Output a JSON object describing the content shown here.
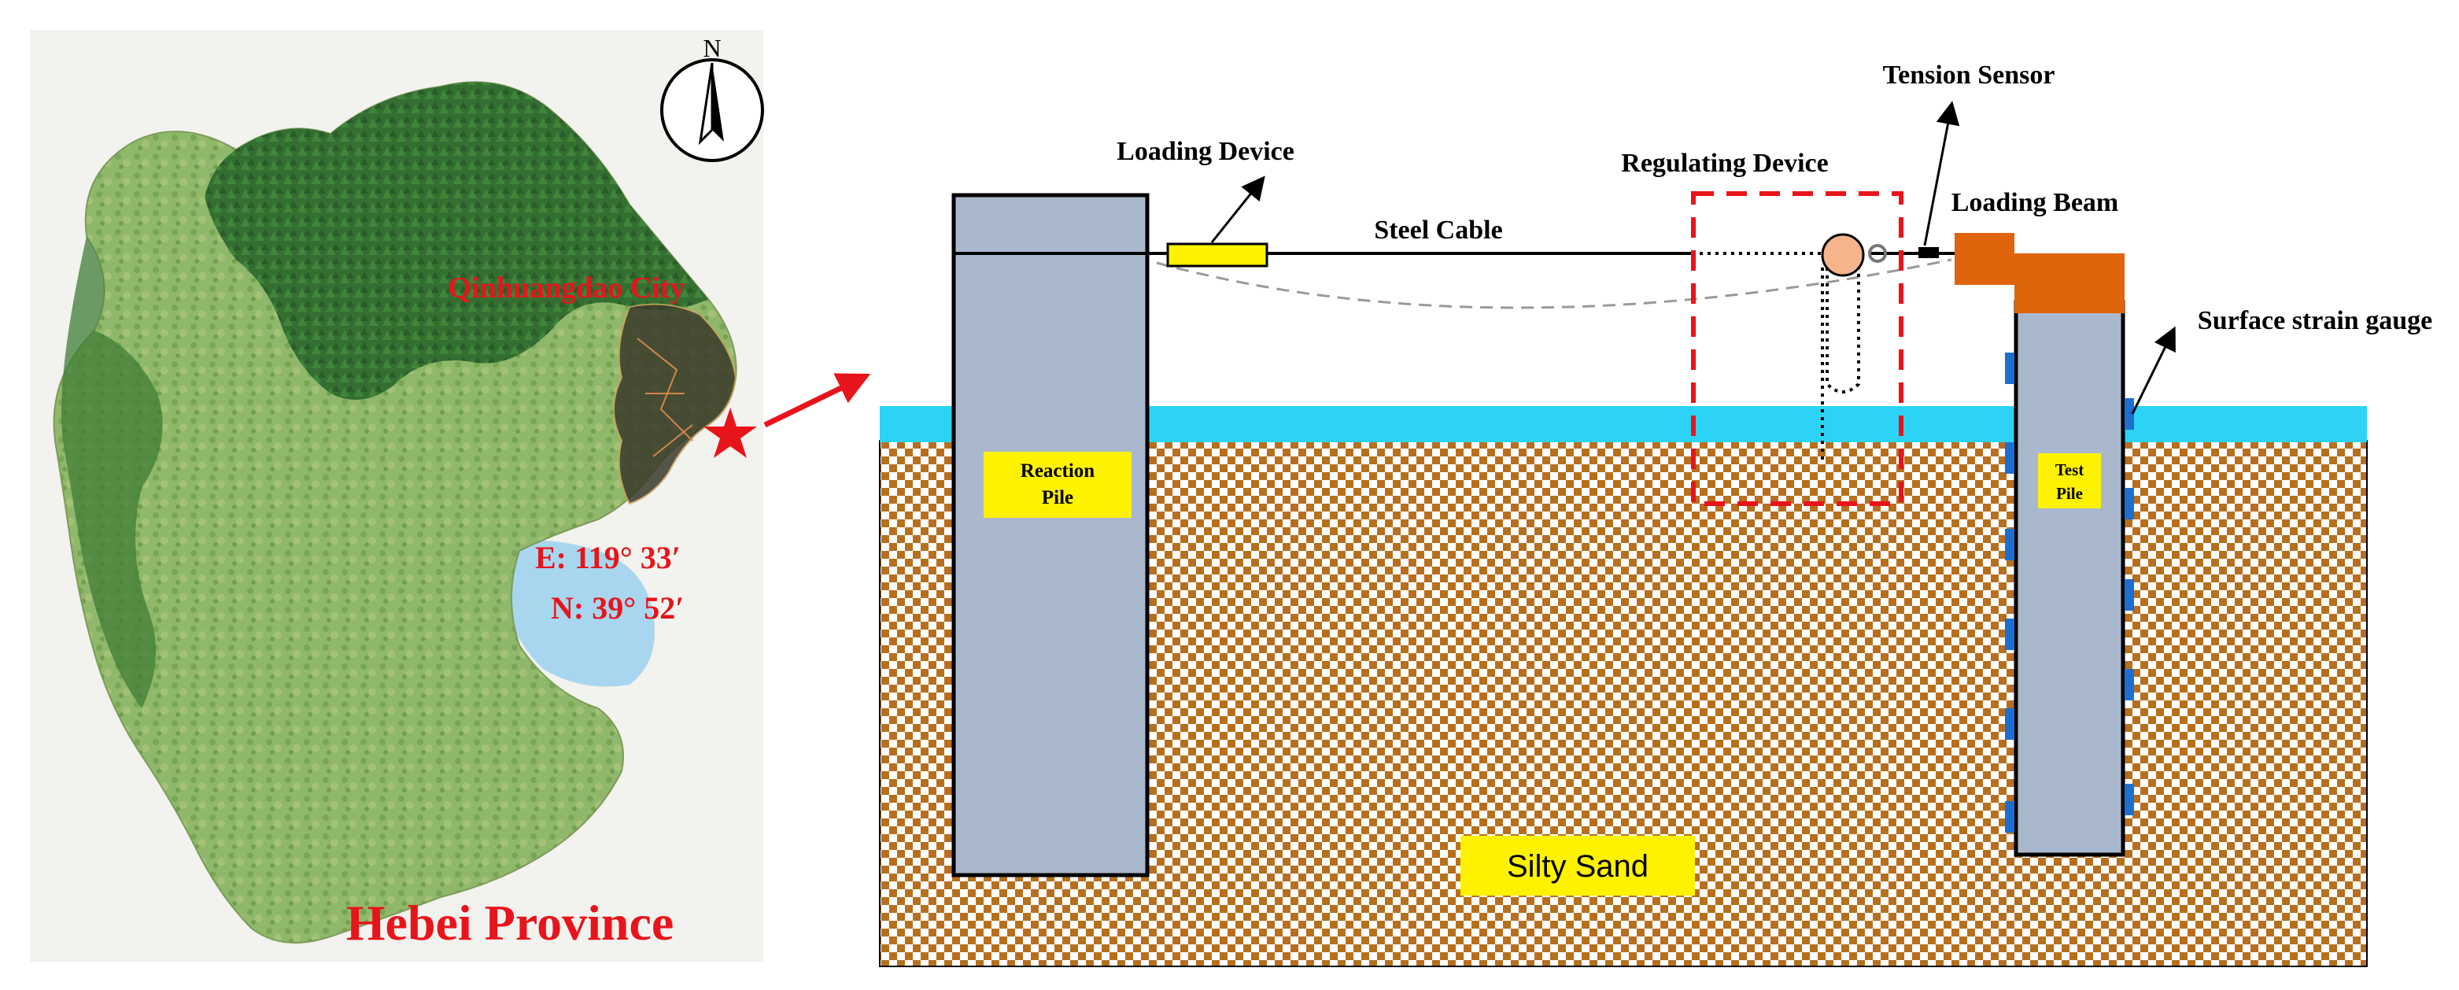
{
  "map": {
    "city_label": "Qinhuangdao  City",
    "coord_e": "E: 119°  33′",
    "coord_n": "N: 39°  52′",
    "province_label": "Hebei Province",
    "north_letter": "N",
    "colors": {
      "label": "#e8141b",
      "sea": "#a8d6ef",
      "land_light": "#a9c47a",
      "land_dark": "#2f6b2f"
    }
  },
  "diagram": {
    "loading_device": "Loading Device",
    "steel_cable": "Steel Cable",
    "regulating_device": "Regulating Device",
    "tension_sensor": "Tension Sensor",
    "loading_beam": "Loading Beam",
    "strain_gauge": "Surface strain gauge",
    "reaction_pile": [
      "Reaction",
      "Pile"
    ],
    "test_pile": [
      "Test",
      "Pile"
    ],
    "soil": "Silty Sand",
    "colors": {
      "pile": "#aab8ce",
      "water": "#2dd3f5",
      "sand_a": "#b86f1d",
      "sand_b": "#ffffff",
      "beam": "#e0640b",
      "label_box": "#fff200",
      "regulating_box": "#e8141b",
      "gauge": "#1c6fd1",
      "pulley": "#f5b48c"
    }
  }
}
